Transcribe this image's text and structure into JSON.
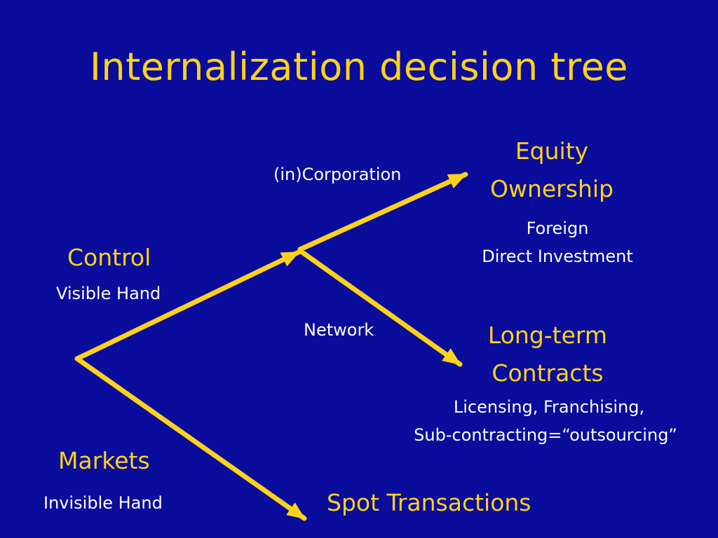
{
  "title": "Internalization decision tree",
  "nodes": {
    "control": {
      "label": "Control",
      "sublabel": "Visible Hand"
    },
    "markets": {
      "label": "Markets",
      "sublabel": "Invisible Hand"
    },
    "equity": {
      "label_line1": "Equity",
      "label_line2": "Ownership",
      "sublabel_line1": "Foreign",
      "sublabel_line2": "Direct Investment"
    },
    "long_term": {
      "label_line1": "Long-term",
      "label_line2": "Contracts",
      "sublabel_line1": "Licensing, Franchising,",
      "sublabel_line2": "Sub-contracting=“outsourcing”"
    },
    "spot": {
      "label": "Spot Transactions"
    }
  },
  "edges": {
    "corporation": "(in)Corporation",
    "network": "Network"
  },
  "colors": {
    "background": "#0A0C9C",
    "accent": "#FFD21A",
    "text": "#FFFFFF"
  }
}
